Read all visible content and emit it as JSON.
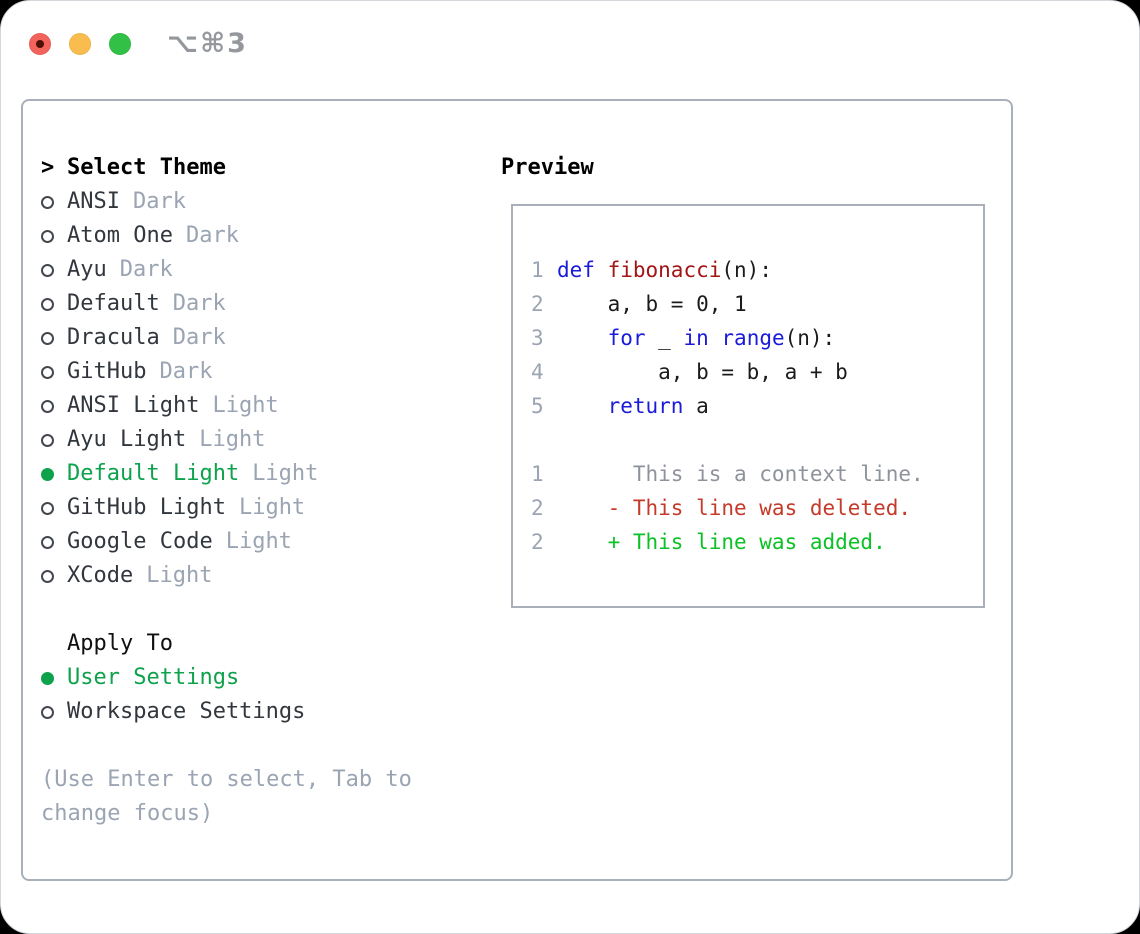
{
  "window": {
    "shortcut_label": "⌥⌘3",
    "traffic_lights": [
      "close",
      "minimize",
      "zoom"
    ]
  },
  "theme_selector": {
    "prompt": ">",
    "title": "Select Theme",
    "items": [
      {
        "name": "ANSI",
        "variant": "Dark",
        "selected": false
      },
      {
        "name": "Atom One",
        "variant": "Dark",
        "selected": false
      },
      {
        "name": "Ayu",
        "variant": "Dark",
        "selected": false
      },
      {
        "name": "Default",
        "variant": "Dark",
        "selected": false
      },
      {
        "name": "Dracula",
        "variant": "Dark",
        "selected": false
      },
      {
        "name": "GitHub",
        "variant": "Dark",
        "selected": false
      },
      {
        "name": "ANSI Light",
        "variant": "Light",
        "selected": false
      },
      {
        "name": "Ayu Light",
        "variant": "Light",
        "selected": false
      },
      {
        "name": "Default Light",
        "variant": "Light",
        "selected": true
      },
      {
        "name": "GitHub Light",
        "variant": "Light",
        "selected": false
      },
      {
        "name": "Google Code",
        "variant": "Light",
        "selected": false
      },
      {
        "name": "XCode",
        "variant": "Light",
        "selected": false
      }
    ]
  },
  "apply_to": {
    "title": "Apply To",
    "options": [
      {
        "label": "User Settings",
        "selected": true
      },
      {
        "label": "Workspace Settings",
        "selected": false
      }
    ]
  },
  "hint": "(Use Enter to select, Tab to change focus)",
  "preview": {
    "title": "Preview",
    "lines": [
      {
        "num": "1",
        "tokens": [
          {
            "text": "def",
            "color": "keyword_blue"
          },
          {
            "text": " ",
            "color": "code_black"
          },
          {
            "text": "fibonacci",
            "color": "function_red"
          },
          {
            "text": "(n):",
            "color": "code_black"
          }
        ]
      },
      {
        "num": "2",
        "tokens": [
          {
            "text": "    a, b = 0, 1",
            "color": "code_black"
          }
        ]
      },
      {
        "num": "3",
        "tokens": [
          {
            "text": "    ",
            "color": "code_black"
          },
          {
            "text": "for",
            "color": "keyword_blue"
          },
          {
            "text": " _ ",
            "color": "code_black"
          },
          {
            "text": "in",
            "color": "keyword_blue"
          },
          {
            "text": " ",
            "color": "code_black"
          },
          {
            "text": "range",
            "color": "keyword_blue"
          },
          {
            "text": "(n):",
            "color": "code_black"
          }
        ]
      },
      {
        "num": "4",
        "tokens": [
          {
            "text": "        a, b = b, a + b",
            "color": "code_black"
          }
        ]
      },
      {
        "num": "5",
        "tokens": [
          {
            "text": "    ",
            "color": "code_black"
          },
          {
            "text": "return",
            "color": "keyword_blue"
          },
          {
            "text": " a",
            "color": "code_black"
          }
        ]
      },
      {
        "num": "",
        "tokens": []
      },
      {
        "num": "1",
        "tokens": [
          {
            "text": "      This is a context line.",
            "color": "context_gray"
          }
        ]
      },
      {
        "num": "2",
        "tokens": [
          {
            "text": "    - This line was deleted.",
            "color": "diff_red"
          }
        ]
      },
      {
        "num": "2",
        "tokens": [
          {
            "text": "    + This line was added.",
            "color": "diff_green"
          }
        ]
      }
    ]
  },
  "colors": {
    "accent_green": "#0da24b",
    "suffix_gray": "#9aa4b2",
    "line_number_gray": "#9aa4b2",
    "border_gray": "#a9b0ba",
    "keyword_blue": "#1a1ad9",
    "function_red": "#a31515",
    "code_black": "#1b1b1b",
    "context_gray": "#8e939b",
    "diff_red": "#c53a28",
    "diff_green": "#0cc125",
    "traffic_red": "#f2635c",
    "traffic_yellow": "#f8bd4e",
    "traffic_green": "#32c146"
  }
}
